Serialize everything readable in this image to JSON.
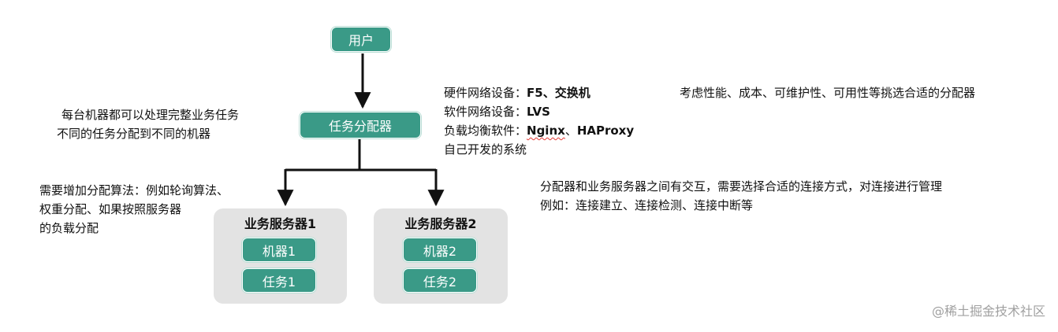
{
  "nodes": {
    "user": "用户",
    "dispatcher": "任务分配器",
    "server1": {
      "title": "业务服务器1",
      "machine": "机器1",
      "task": "任务1"
    },
    "server2": {
      "title": "业务服务器2",
      "machine": "机器2",
      "task": "任务2"
    }
  },
  "notes": {
    "machine_capability": {
      "line1": "每台机器都可以处理完整业务任务",
      "line2": "不同的任务分配到不同的机器"
    },
    "algorithm": {
      "line1": "需要增加分配算法：例如轮询算法、",
      "line2": "权重分配、如果按照服务器",
      "line3": "的负载分配"
    },
    "dispatcher_types": {
      "hardware_label": "硬件网络设备：",
      "hardware_value": "F5、交换机",
      "software_label": "软件网络设备：",
      "software_value": "LVS",
      "lb_label": "负载均衡软件：",
      "lb_value_nginx": "Nginx",
      "lb_value_sep": "、",
      "lb_value_haproxy": "HAProxy",
      "self_developed": "自己开发的系统"
    },
    "selection": "考虑性能、成本、可维护性、可用性等挑选合适的分配器",
    "connection": {
      "line1": "分配器和业务服务器之间有交互，需要选择合适的连接方式，对连接进行管理",
      "line2": "例如：连接建立、连接检测、连接中断等"
    }
  },
  "watermark": "@稀土掘金技术社区",
  "colors": {
    "node_fill": "#3a9a87",
    "group_fill": "#e3e3e3",
    "arrow": "#111111"
  }
}
